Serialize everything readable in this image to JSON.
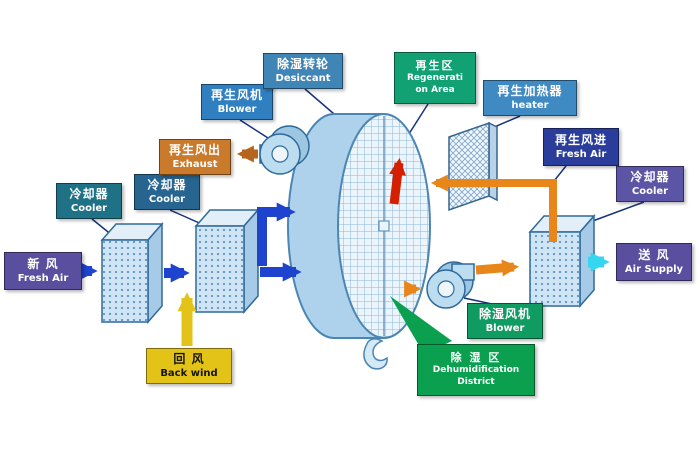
{
  "labels": {
    "fresh_air_in": {
      "zh": "新 风",
      "en": "Fresh Air"
    },
    "cooler_left1": {
      "zh": "冷却器",
      "en": "Cooler"
    },
    "cooler_left2": {
      "zh": "冷却器",
      "en": "Cooler"
    },
    "back_wind": {
      "zh": "回 风",
      "en": "Back wind"
    },
    "regen_blower": {
      "zh": "再生风机",
      "en": "Blower"
    },
    "exhaust": {
      "zh": "再生风出",
      "en": "Exhaust"
    },
    "desiccant": {
      "zh": "除湿转轮",
      "en": "Desiccant"
    },
    "regen_area": {
      "zh": "再生区",
      "en1": "Regenerati",
      "en2": "on Area"
    },
    "heater": {
      "zh": "再生加热器",
      "en": "heater"
    },
    "regen_fresh_air": {
      "zh": "再生风进",
      "en": "Fresh Air"
    },
    "cooler_right": {
      "zh": "冷却器",
      "en": "Cooler"
    },
    "air_supply": {
      "zh": "送 风",
      "en": "Air Supply"
    },
    "dehum_blower": {
      "zh": "除湿风机",
      "en": "Blower"
    },
    "dehum_district": {
      "zh": "除 湿 区",
      "en1": "Dehumidification",
      "en2": "District"
    }
  },
  "colors": {
    "label_fresh_air": "#5a4e9e",
    "label_cooler_left1": "#1f7186",
    "label_cooler_left2": "#27648f",
    "label_back_wind": "#e3c318",
    "label_regen_blower": "#2f7fc1",
    "label_exhaust": "#c97a2b",
    "label_desiccant": "#3f85b5",
    "label_regen_area": "#12a173",
    "label_heater": "#3f8ac2",
    "label_regen_fresh_air": "#2b3d9b",
    "label_cooler_right": "#5c55a5",
    "label_air_supply": "#5a4e9e",
    "label_dehum_blower": "#0f9b62",
    "label_dehum_district": "#0ba04f",
    "process_arrow_blue": "#1e43cf",
    "return_arrow_yellow": "#e3c318",
    "regen_arrow_orange": "#e8861a",
    "exhaust_arrow_brown": "#b5651d",
    "wheel_arrow_red": "#d42000",
    "supply_arrow_cyan": "#35d6f0"
  }
}
